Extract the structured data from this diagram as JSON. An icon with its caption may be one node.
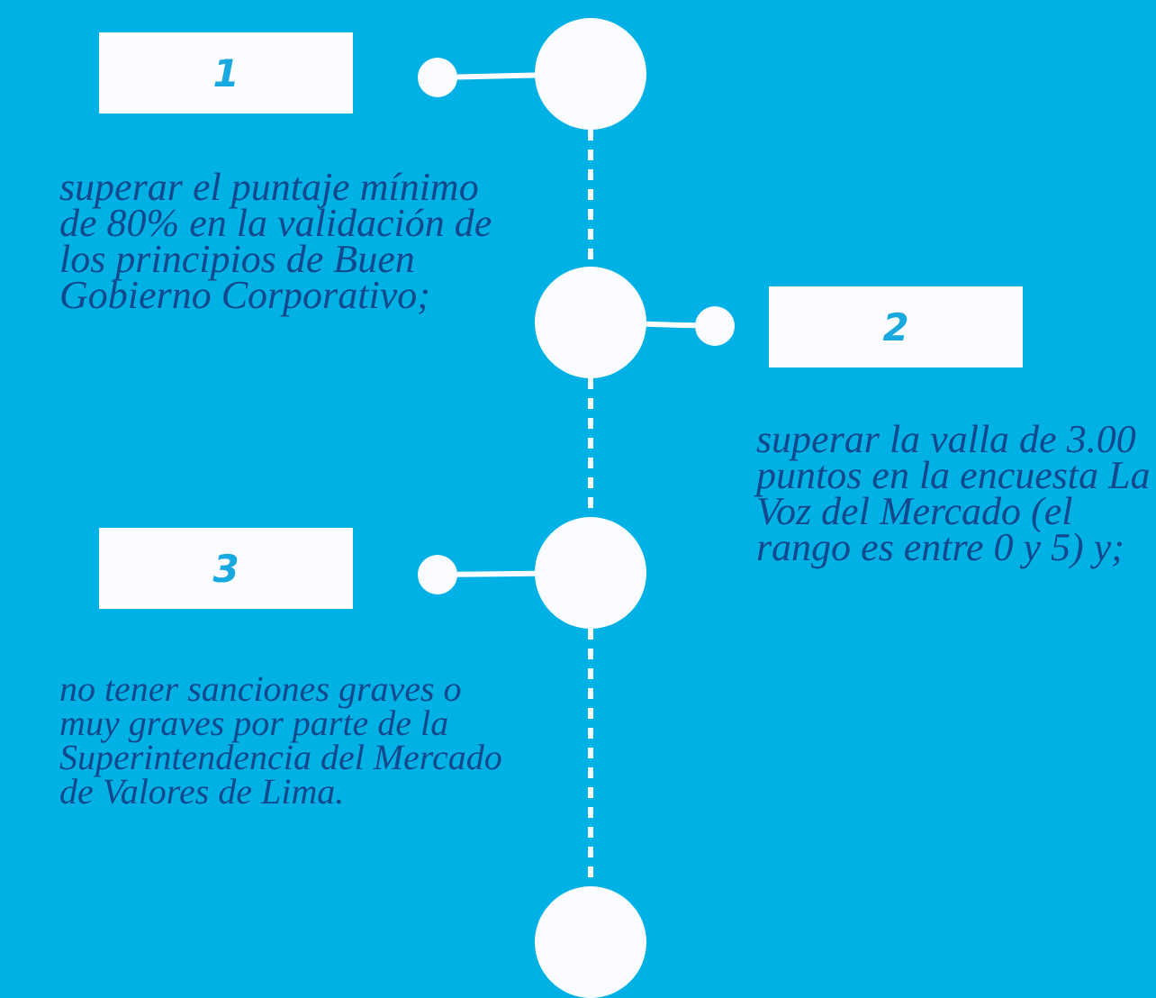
{
  "diagram": {
    "nodes": [
      {
        "text": [
          "1"
        ],
        "beside": [
          "superar el puntaje mínimo de 80% en la validación de los principios de Buen Gobierno Corporativo;"
        ]
      },
      {
        "text": [],
        "shape": "circle"
      },
      {
        "text": [],
        "shape": "circle"
      },
      {
        "text": [],
        "shape": "circle"
      },
      {
        "text": [],
        "shape": "circle"
      },
      {
        "text": [
          "2"
        ],
        "beside": [
          "superar la valla de 3.00 puntos en la encuesta La Voz del Mercado (el rango es entre 0 y 5) y;"
        ]
      },
      {
        "text": [
          "3"
        ],
        "beside": [
          "no tener sanciones graves o muy graves por parte de la Superintendencia del Mercado de Valores de Lima."
        ]
      },
      {
        "text": [],
        "shape": "circle"
      },
      {
        "text": [],
        "shape": "circle"
      },
      {
        "text": [],
        "shape": "circle"
      }
    ],
    "edges": [
      {
        "from": 1,
        "to": 2,
        "arrow": "none"
      },
      {
        "from": 2,
        "to": 3,
        "arrow": "none",
        "style": "dashed"
      },
      {
        "from": 3,
        "to": 4,
        "arrow": "none"
      },
      {
        "from": 3,
        "to": 8,
        "arrow": "none",
        "style": "dashed"
      },
      {
        "from": 7,
        "to": 8,
        "arrow": "none"
      },
      {
        "from": 8,
        "to": 9,
        "arrow": "none",
        "style": "dashed"
      }
    ]
  }
}
